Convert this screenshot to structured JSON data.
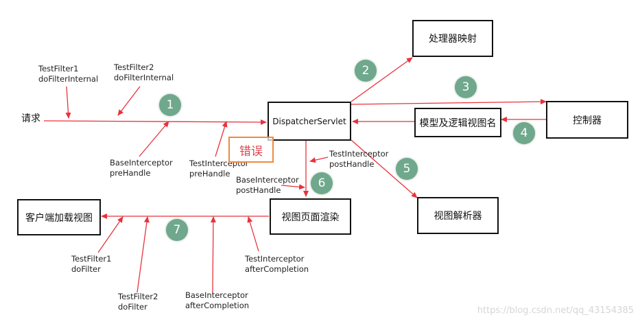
{
  "nodes": {
    "request": "请求",
    "dispatcher": "DispatcherServlet",
    "handler_mapping": "处理器映射",
    "controller": "控制器",
    "model_view": "模型及逻辑视图名",
    "view_resolver": "视图解析器",
    "view_render": "视图页面渲染",
    "client_load": "客户端加载视图"
  },
  "labels": {
    "tf1_internal": [
      "TestFilter1",
      "doFilterInternal"
    ],
    "tf2_internal": [
      "TestFilter2",
      "doFilterInternal"
    ],
    "base_pre": [
      "BaseInterceptor",
      "preHandle"
    ],
    "test_pre": [
      "TestInterceptor",
      "preHandle"
    ],
    "test_post": [
      "TestInterceptor",
      "postHandle"
    ],
    "base_post": [
      "BaseInterceptor",
      "postHandle"
    ],
    "test_after": [
      "TestInterceptor",
      "afterCompletion"
    ],
    "base_after": [
      "BaseInterceptor",
      "afterCompletion"
    ],
    "tf1_filter": [
      "TestFilter1",
      "doFilter"
    ],
    "tf2_filter": [
      "TestFilter2",
      "doFilter"
    ]
  },
  "steps": [
    "1",
    "2",
    "3",
    "4",
    "5",
    "6",
    "7"
  ],
  "error_note": "错误",
  "watermark": "https://blog.csdn.net/qq_43154385",
  "colors": {
    "arrow": "#e8323c",
    "step_circle": "#6fa88c",
    "error_border": "#ef8b3c",
    "error_text": "#e0424d"
  }
}
